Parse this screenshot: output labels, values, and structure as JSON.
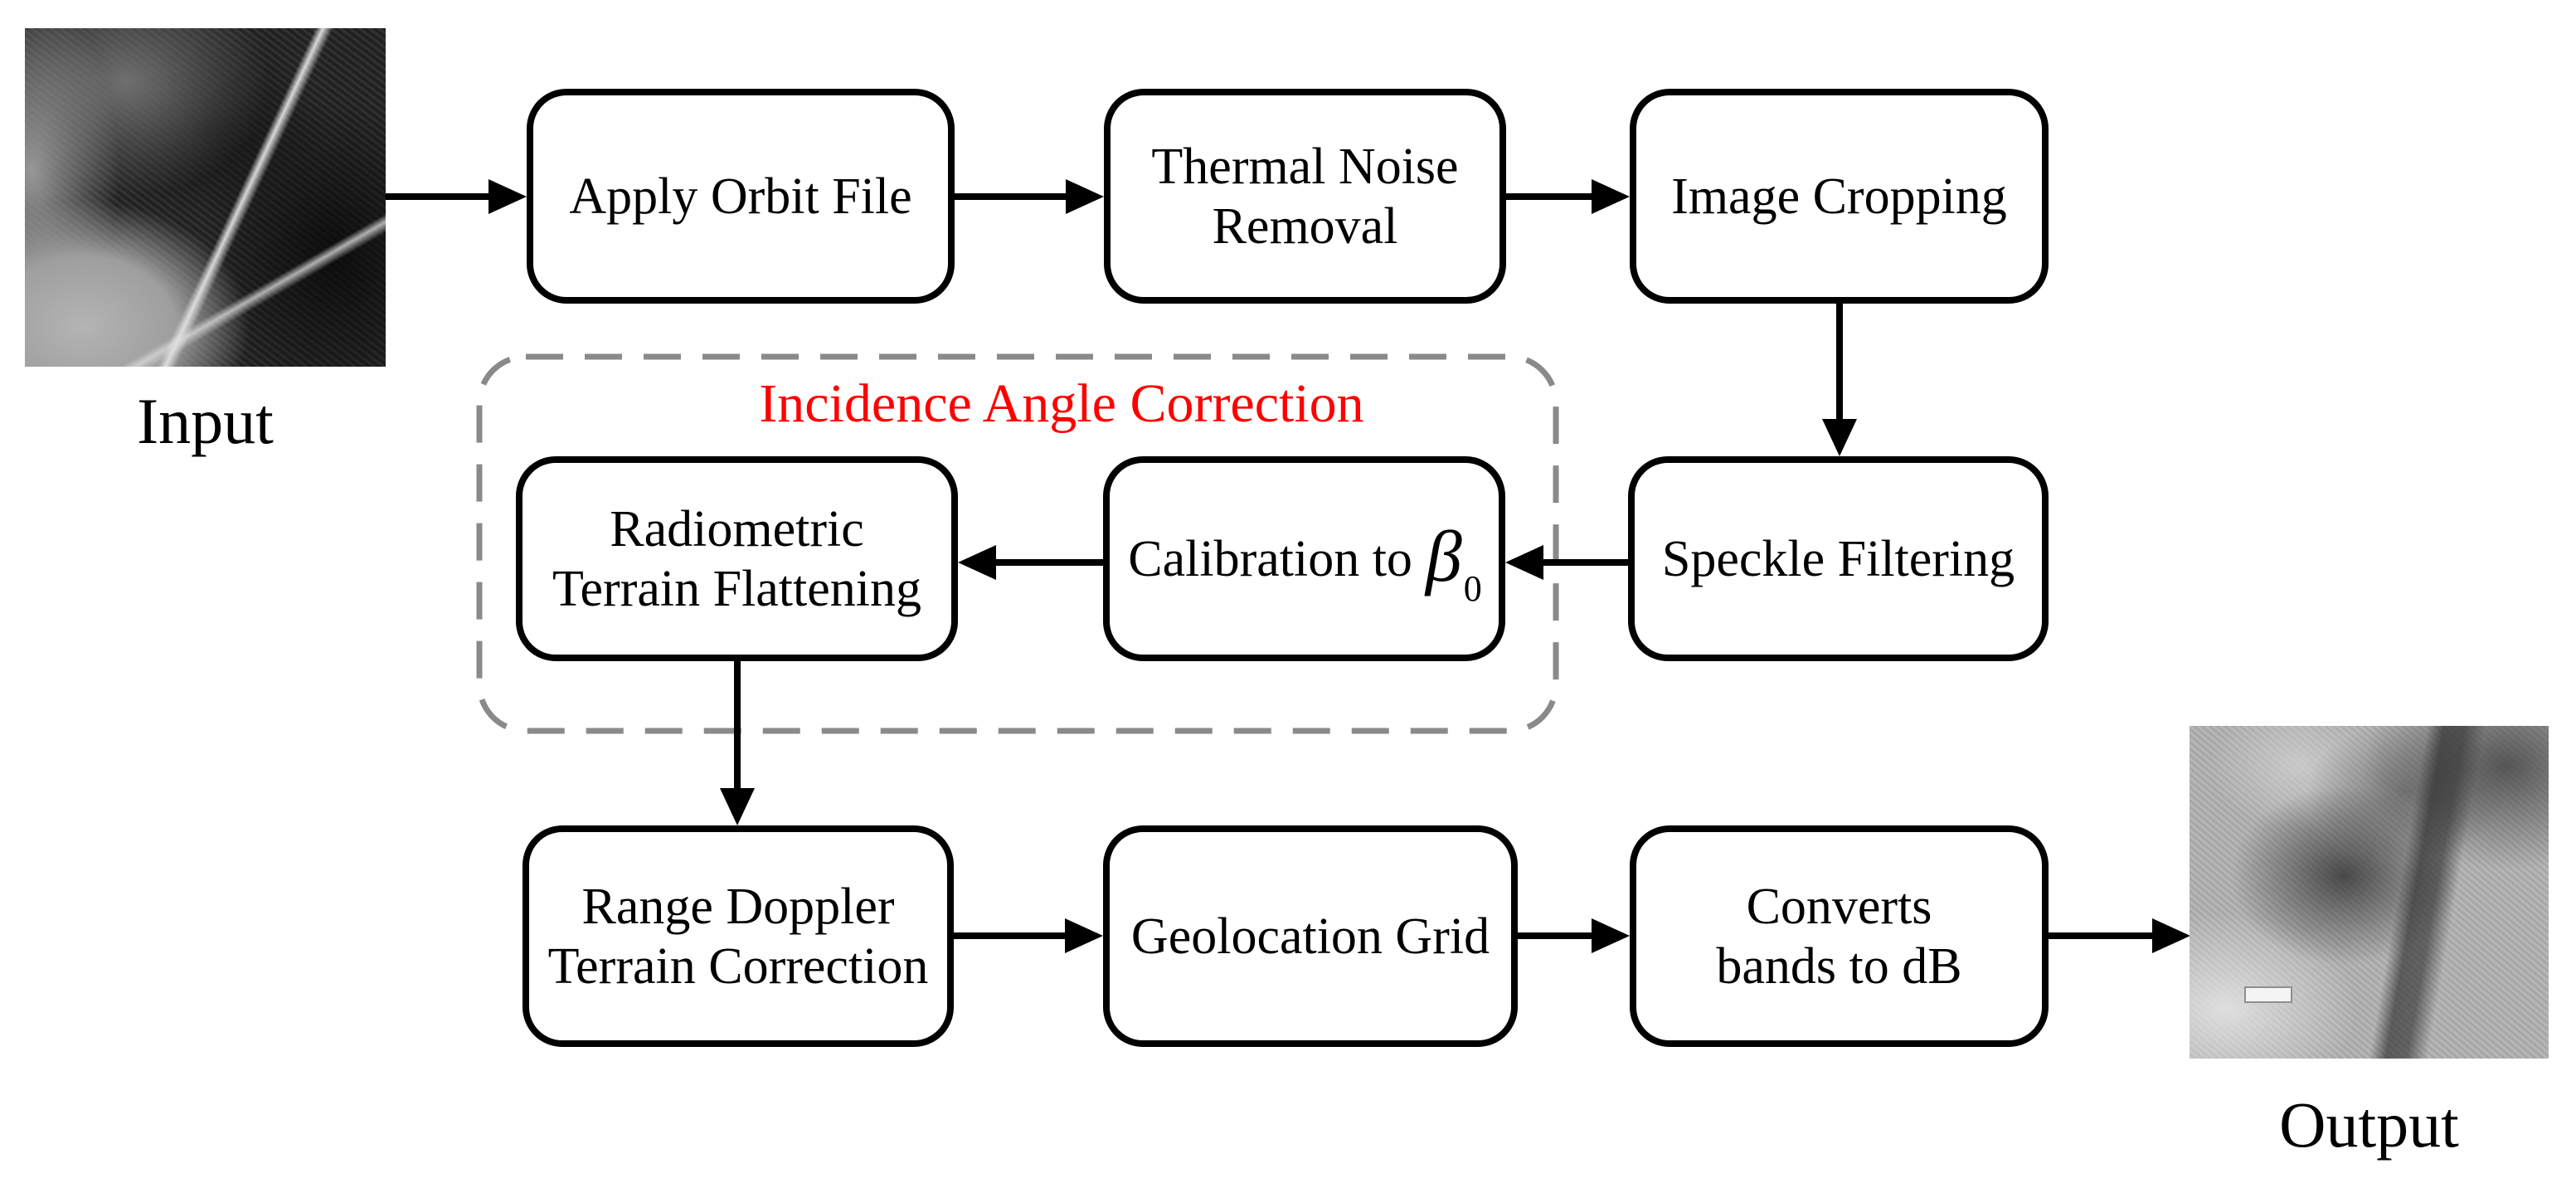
{
  "colors": {
    "accent_red": "#fe0000",
    "line_black": "#000000",
    "dash_gray": "#8a8a8a",
    "background": "#ffffff"
  },
  "input": {
    "label": "Input"
  },
  "output": {
    "label": "Output"
  },
  "incidence_group": {
    "title": "Incidence Angle Correction"
  },
  "nodes": {
    "apply_orbit": {
      "line1": "Apply Orbit File"
    },
    "thermal_noise": {
      "line1": "Thermal Noise",
      "line2": "Removal"
    },
    "image_cropping": {
      "line1": "Image Cropping"
    },
    "speckle_filtering": {
      "line1": "Speckle Filtering"
    },
    "calibration": {
      "prefix": "Calibration to",
      "symbol": "β",
      "subscript": "0"
    },
    "radiometric": {
      "line1": "Radiometric",
      "line2": "Terrain Flattening"
    },
    "range_doppler": {
      "line1": "Range Doppler",
      "line2": "Terrain Correction"
    },
    "geolocation": {
      "line1": "Geolocation Grid"
    },
    "converts_db": {
      "line1": "Converts",
      "line2": "bands to dB"
    }
  }
}
